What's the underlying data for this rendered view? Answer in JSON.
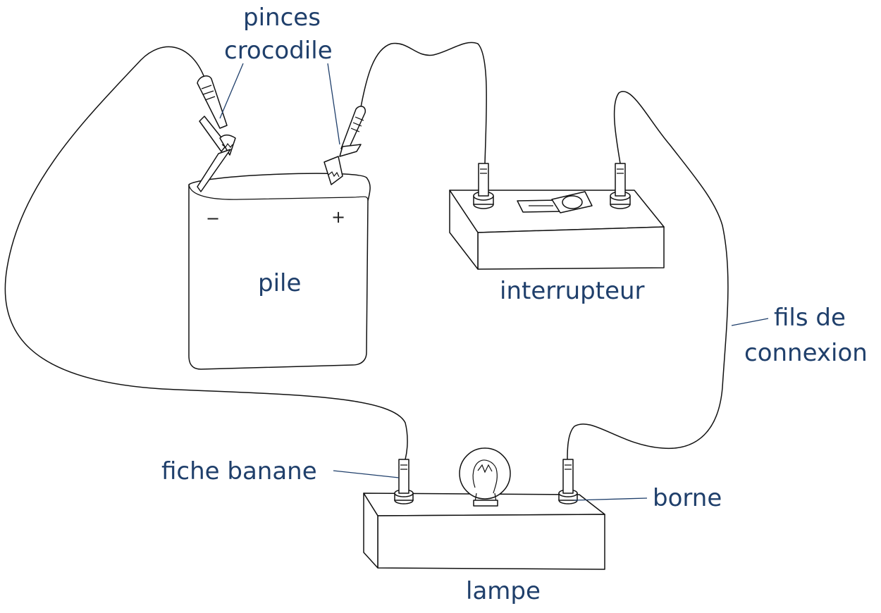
{
  "labels": {
    "pinces_line1": "pinces",
    "pinces_line2": "crocodile",
    "pile": "pile",
    "interrupteur": "interrupteur",
    "fils_line1": "fils de",
    "fils_line2": "connexion",
    "fiche_banane": "fiche banane",
    "borne": "borne",
    "lampe": "lampe"
  },
  "battery_signs": {
    "minus": "−",
    "plus": "+"
  },
  "colors": {
    "label_color": "#1f3f6b",
    "drawing_color": "#111111"
  }
}
